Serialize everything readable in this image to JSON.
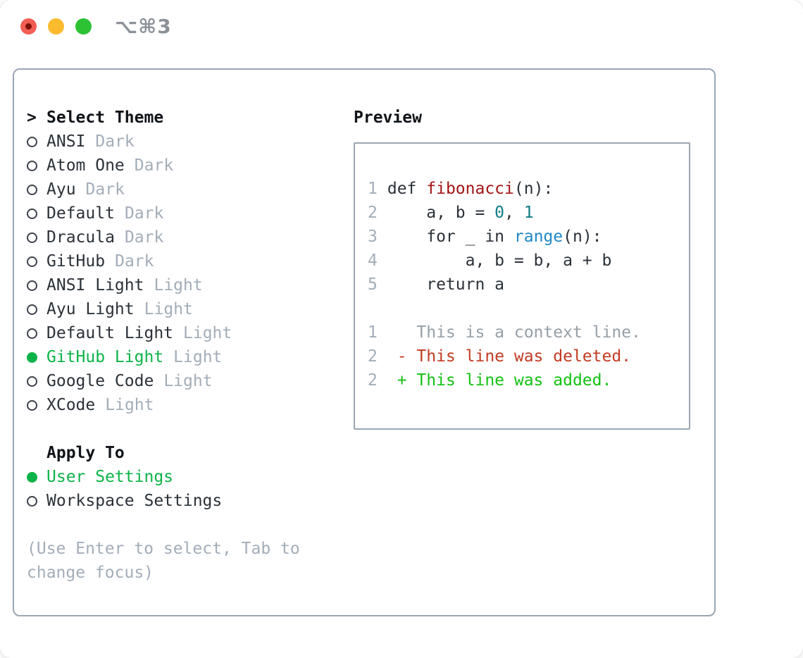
{
  "titlebar": {
    "shortcut": "⌥⌘3",
    "buttons": [
      "close",
      "minimize",
      "zoom"
    ]
  },
  "theme_panel": {
    "header": {
      "prompt": ">",
      "label": "Select Theme"
    },
    "themes": [
      {
        "name": "ANSI",
        "variant": "Dark",
        "selected": false
      },
      {
        "name": "Atom One",
        "variant": "Dark",
        "selected": false
      },
      {
        "name": "Ayu",
        "variant": "Dark",
        "selected": false
      },
      {
        "name": "Default",
        "variant": "Dark",
        "selected": false
      },
      {
        "name": "Dracula",
        "variant": "Dark",
        "selected": false
      },
      {
        "name": "GitHub",
        "variant": "Dark",
        "selected": false
      },
      {
        "name": "ANSI Light",
        "variant": "Light",
        "selected": false
      },
      {
        "name": "Ayu Light",
        "variant": "Light",
        "selected": false
      },
      {
        "name": "Default Light",
        "variant": "Light",
        "selected": false
      },
      {
        "name": "GitHub Light",
        "variant": "Light",
        "selected": true
      },
      {
        "name": "Google Code",
        "variant": "Light",
        "selected": false
      },
      {
        "name": "XCode",
        "variant": "Light",
        "selected": false
      }
    ],
    "apply_to": {
      "label": "Apply To",
      "options": [
        {
          "label": "User Settings",
          "selected": true
        },
        {
          "label": "Workspace Settings",
          "selected": false
        }
      ]
    },
    "help_text": "(Use Enter to select, Tab to change focus)"
  },
  "preview": {
    "label": "Preview",
    "lines": [
      {
        "num": "1",
        "tokens": [
          {
            "t": " def ",
            "c": "default"
          },
          {
            "t": "fibonacci",
            "c": "function"
          },
          {
            "t": "(n):",
            "c": "default"
          }
        ]
      },
      {
        "num": "2",
        "tokens": [
          {
            "t": "     a, b = ",
            "c": "default"
          },
          {
            "t": "0",
            "c": "number"
          },
          {
            "t": ", ",
            "c": "default"
          },
          {
            "t": "1",
            "c": "number"
          }
        ]
      },
      {
        "num": "3",
        "tokens": [
          {
            "t": "     for _ in ",
            "c": "default"
          },
          {
            "t": "range",
            "c": "builtin"
          },
          {
            "t": "(n):",
            "c": "default"
          }
        ]
      },
      {
        "num": "4",
        "tokens": [
          {
            "t": "         a, b = b, a + b",
            "c": "default"
          }
        ]
      },
      {
        "num": "5",
        "tokens": [
          {
            "t": "     return a",
            "c": "default"
          }
        ]
      },
      {
        "num": "",
        "tokens": []
      },
      {
        "num": "1",
        "tokens": [
          {
            "t": "    This is a context line.",
            "c": "context"
          }
        ]
      },
      {
        "num": "2",
        "tokens": [
          {
            "t": "  - This line was deleted.",
            "c": "deleted"
          }
        ]
      },
      {
        "num": "2",
        "tokens": [
          {
            "t": "  + This line was added.",
            "c": "added"
          }
        ]
      }
    ]
  },
  "colors": {
    "selected_green": "#0db348",
    "text_dark": "#2b3138",
    "muted_gray": "#a3adb8",
    "default": "#2b3138",
    "function": "#a31515",
    "number": "#0e7c86",
    "builtin": "#1e88c7",
    "context": "#969fa7",
    "deleted": "#c23b22",
    "added": "#14c113",
    "line_number": "#a3adb8",
    "traffic_red": "#f25d54",
    "traffic_yellow": "#fcbb2f",
    "traffic_green": "#2cc234"
  }
}
